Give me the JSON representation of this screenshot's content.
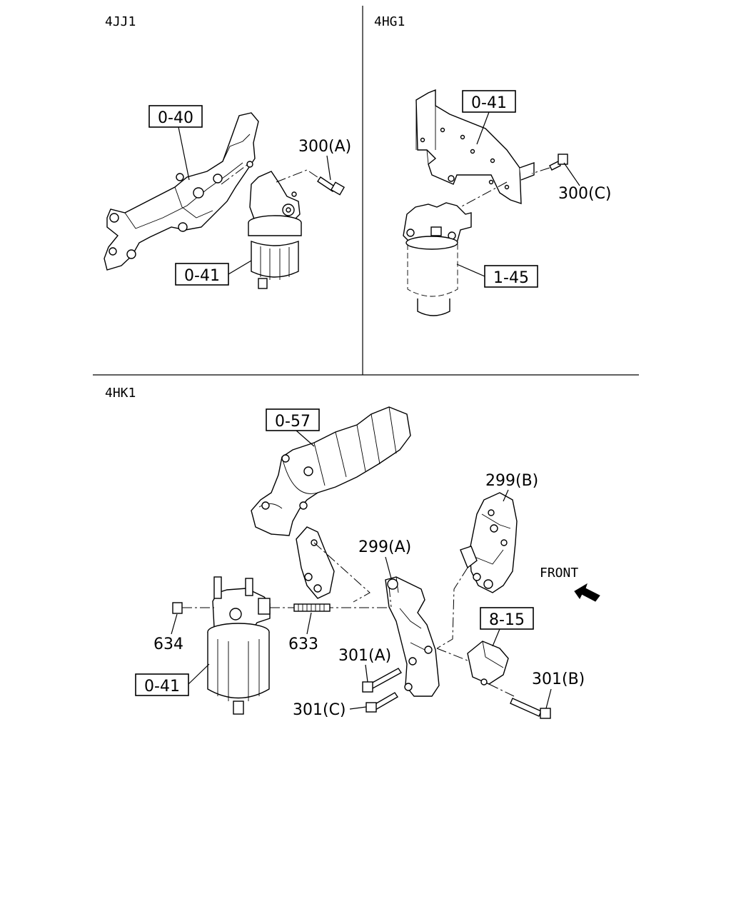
{
  "sections": {
    "jj": "4JJ1",
    "hg": "4HG1",
    "hk": "4HK1"
  },
  "labels": {
    "jj_bracket": "0-40",
    "jj_filter": "0-41",
    "jj_bolt": "300(A)",
    "hg_bracket": "0-41",
    "hg_bolt": "300(C)",
    "hg_filter": "1-45",
    "hk_turbo": "0-57",
    "hk_bracket_b": "299(B)",
    "hk_bracket_a": "299(A)",
    "hk_front": "FRONT",
    "hk_nut": "634",
    "hk_stud": "633",
    "hk_bolt_a": "301(A)",
    "hk_filter": "0-41",
    "hk_bolt_c": "301(C)",
    "hk_shield": "8-15",
    "hk_bolt_b": "301(B)"
  }
}
